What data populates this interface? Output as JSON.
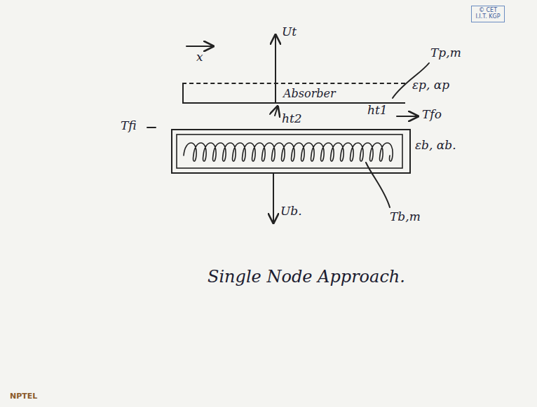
{
  "diagram": {
    "caption": "Single Node Approach.",
    "nodes": [
      {
        "text": [
          "Absorber"
        ]
      }
    ],
    "labels": [
      "© CET I.I.T. KGP",
      "Ut",
      "x",
      "εp, αp",
      "Tp,m",
      "Tfi",
      "ht2",
      "ht1",
      "Tfo",
      "εb, αb.",
      "Ub.",
      "Tb,m",
      "NPTEL"
    ]
  }
}
